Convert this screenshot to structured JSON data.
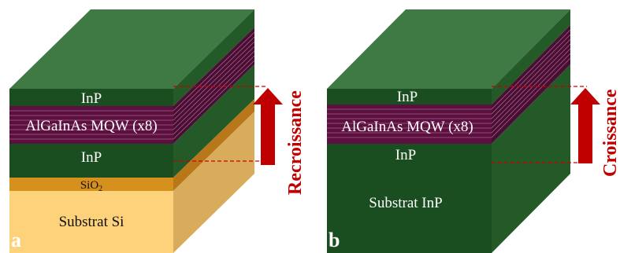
{
  "panel_a": {
    "letter": "a",
    "layers": {
      "top_inp": "InP",
      "mqw": "AlGaInAs MQW (x8)",
      "bottom_inp": "InP",
      "sio2": "SiO",
      "sio2_sub": "2",
      "substrate": "Substrat Si"
    },
    "arrow_label": "Recroissance"
  },
  "panel_b": {
    "letter": "b",
    "layers": {
      "top_inp": "InP",
      "mqw": "AlGaInAs MQW (x8)",
      "bottom_inp": "InP",
      "substrate": "Substrat InP"
    },
    "arrow_label": "Croissance"
  },
  "colors": {
    "inp_front": "#1a4d1f",
    "top_face": "#3f7a44",
    "mqw_front": "#5c1040",
    "sio2": "#d6901e",
    "si": "#fdd27a",
    "arrow": "#c00000"
  }
}
